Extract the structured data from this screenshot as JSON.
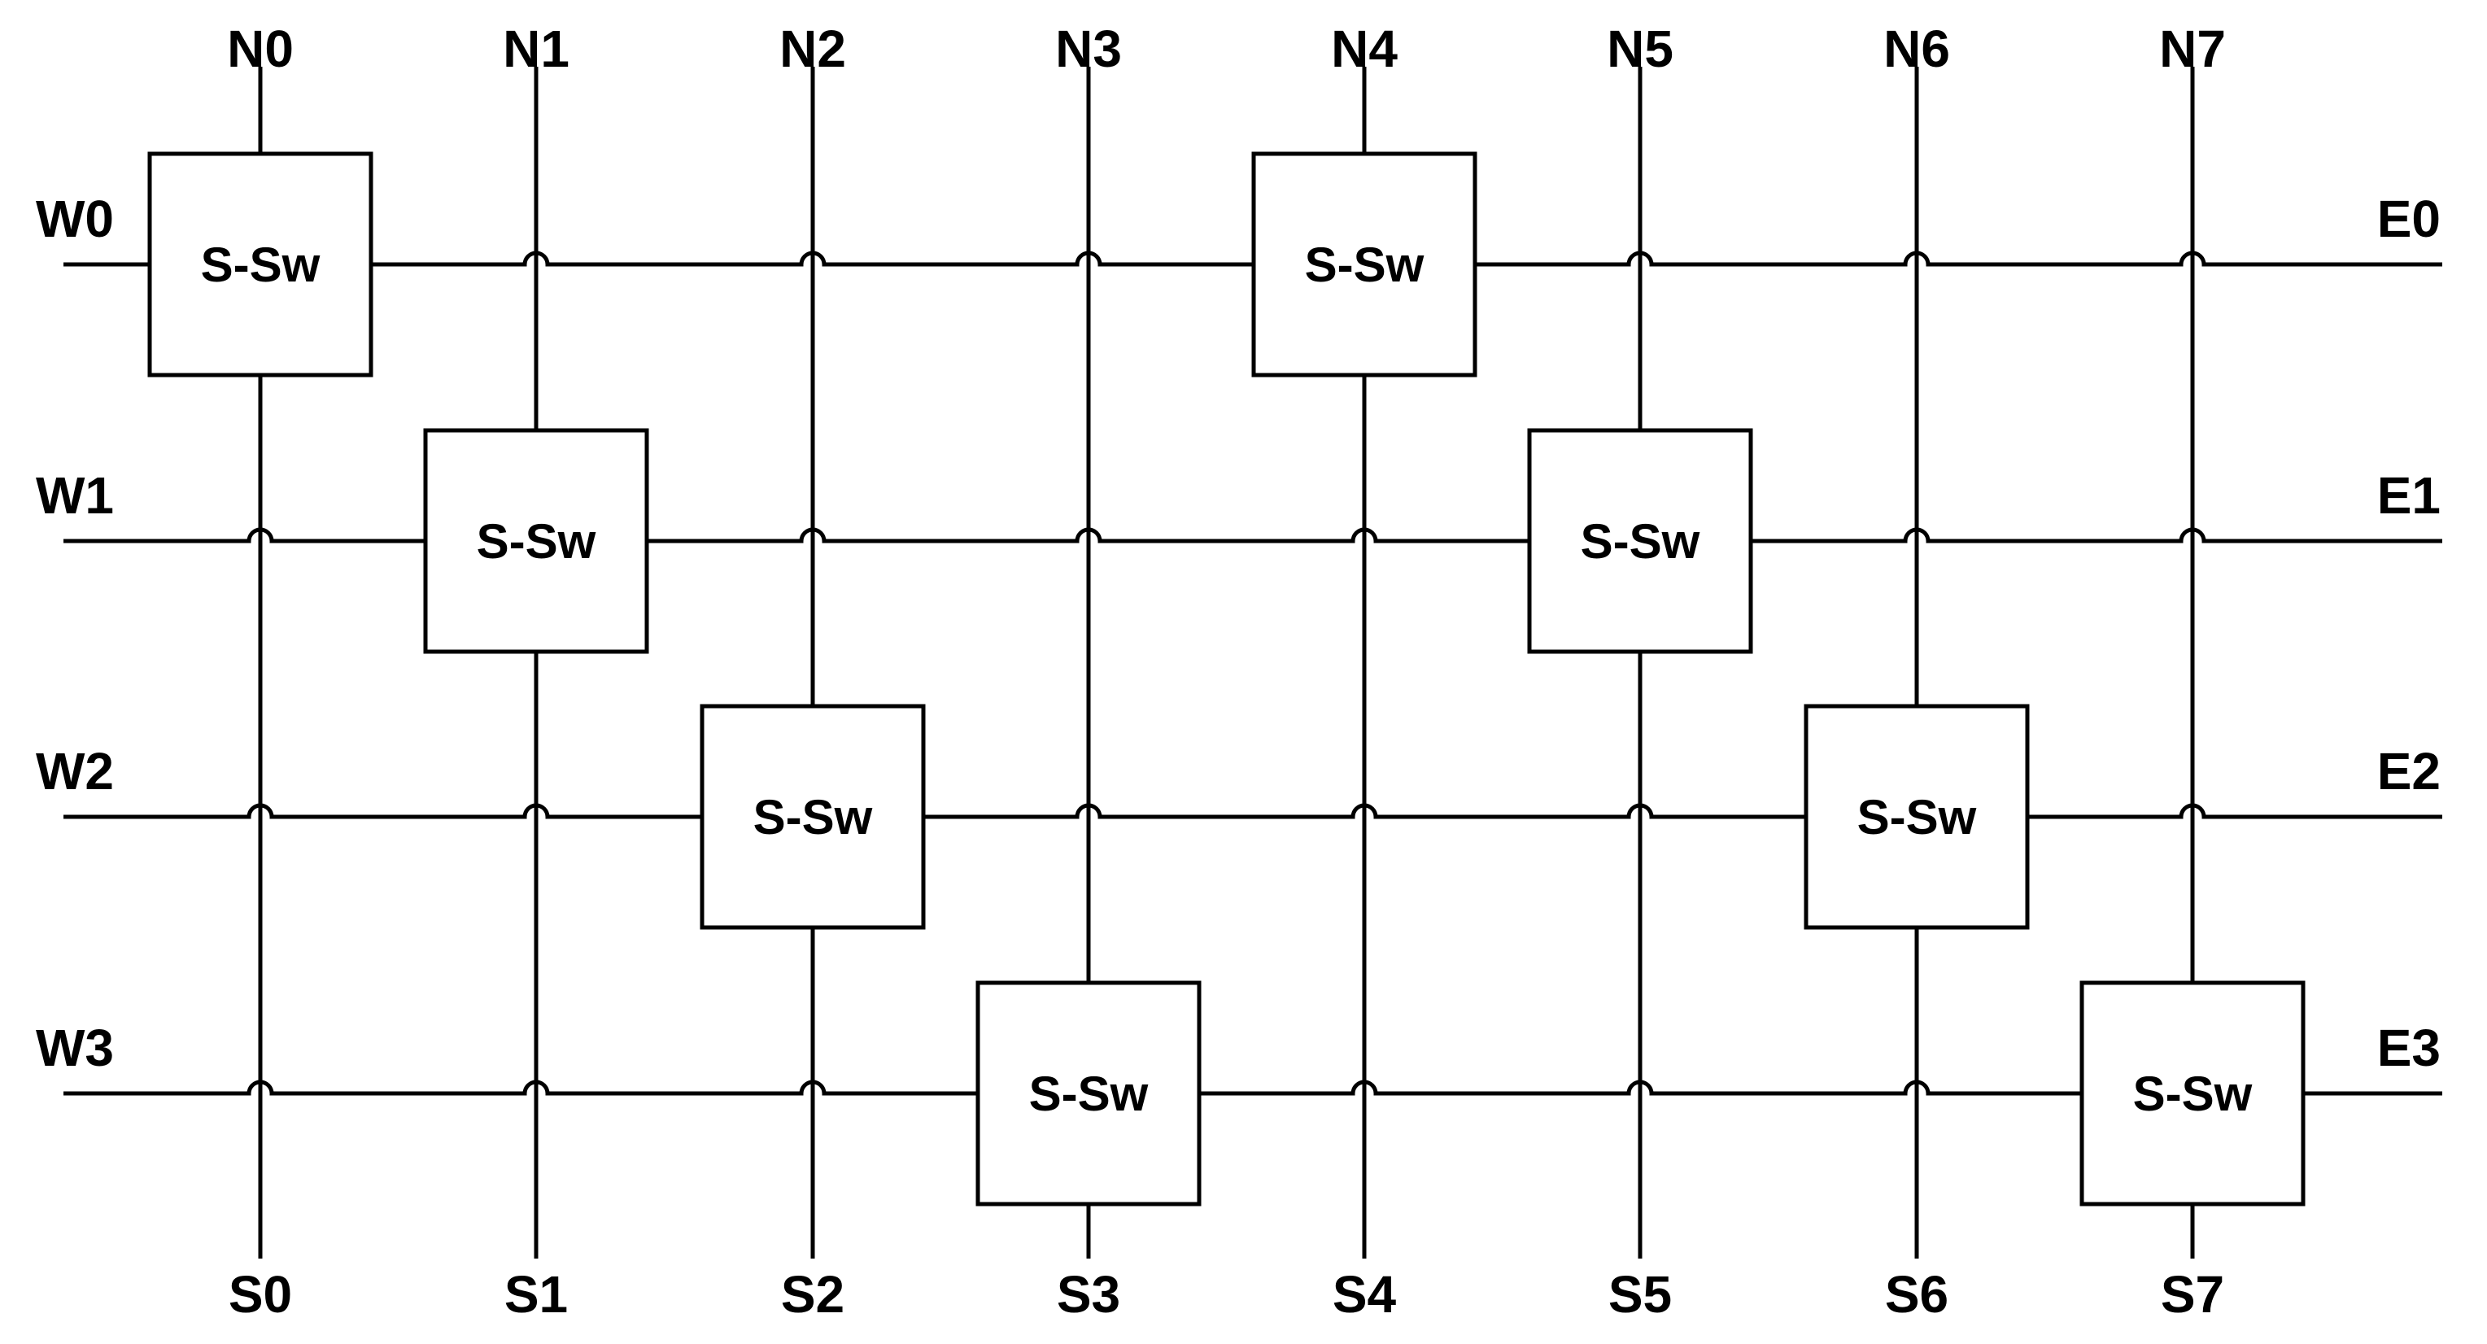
{
  "north_labels": [
    "N0",
    "N1",
    "N2",
    "N3",
    "N4",
    "N5",
    "N6",
    "N7"
  ],
  "south_labels": [
    "S0",
    "S1",
    "S2",
    "S3",
    "S4",
    "S5",
    "S6",
    "S7"
  ],
  "west_labels": [
    "W0",
    "W1",
    "W2",
    "W3"
  ],
  "east_labels": [
    "E0",
    "E1",
    "E2",
    "E3"
  ],
  "switch_label": "S-Sw",
  "switches": [
    {
      "row": 0,
      "col": 0
    },
    {
      "row": 0,
      "col": 4
    },
    {
      "row": 1,
      "col": 1
    },
    {
      "row": 1,
      "col": 5
    },
    {
      "row": 2,
      "col": 2
    },
    {
      "row": 2,
      "col": 6
    },
    {
      "row": 3,
      "col": 3
    },
    {
      "row": 3,
      "col": 7
    }
  ],
  "colors": {
    "line": "#000000",
    "background": "#ffffff"
  }
}
